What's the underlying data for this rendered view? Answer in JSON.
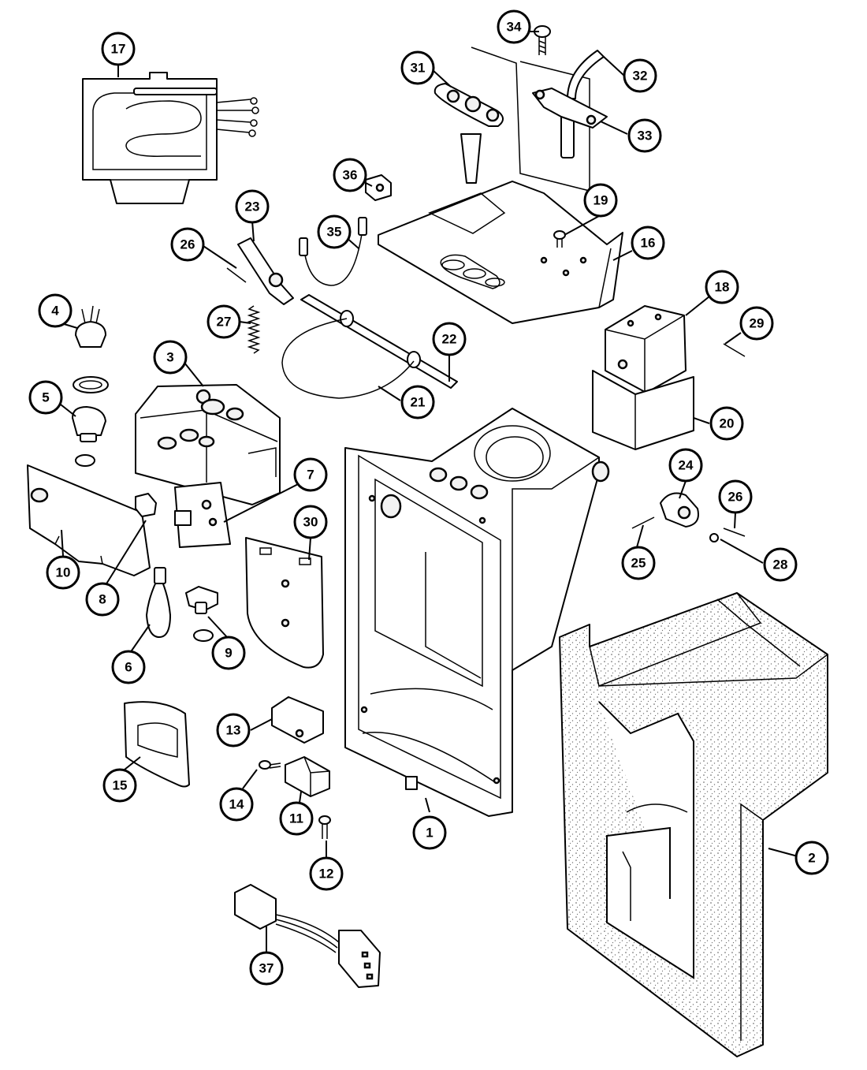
{
  "callouts": [
    {
      "id": "1",
      "label": "1"
    },
    {
      "id": "2",
      "label": "2"
    },
    {
      "id": "3",
      "label": "3"
    },
    {
      "id": "4",
      "label": "4"
    },
    {
      "id": "5",
      "label": "5"
    },
    {
      "id": "6",
      "label": "6"
    },
    {
      "id": "7",
      "label": "7"
    },
    {
      "id": "8",
      "label": "8"
    },
    {
      "id": "9",
      "label": "9"
    },
    {
      "id": "10",
      "label": "10"
    },
    {
      "id": "11",
      "label": "11"
    },
    {
      "id": "12",
      "label": "12"
    },
    {
      "id": "13",
      "label": "13"
    },
    {
      "id": "14",
      "label": "14"
    },
    {
      "id": "15",
      "label": "15"
    },
    {
      "id": "16",
      "label": "16"
    },
    {
      "id": "17",
      "label": "17"
    },
    {
      "id": "18",
      "label": "18"
    },
    {
      "id": "19",
      "label": "19"
    },
    {
      "id": "20",
      "label": "20"
    },
    {
      "id": "21",
      "label": "21"
    },
    {
      "id": "22",
      "label": "22"
    },
    {
      "id": "23",
      "label": "23"
    },
    {
      "id": "24",
      "label": "24"
    },
    {
      "id": "25",
      "label": "25"
    },
    {
      "id": "26a",
      "label": "26"
    },
    {
      "id": "26b",
      "label": "26"
    },
    {
      "id": "27",
      "label": "27"
    },
    {
      "id": "28",
      "label": "28"
    },
    {
      "id": "29",
      "label": "29"
    },
    {
      "id": "30",
      "label": "30"
    },
    {
      "id": "31",
      "label": "31"
    },
    {
      "id": "32",
      "label": "32"
    },
    {
      "id": "33",
      "label": "33"
    },
    {
      "id": "34",
      "label": "34"
    },
    {
      "id": "35",
      "label": "35"
    },
    {
      "id": "36",
      "label": "36"
    },
    {
      "id": "37",
      "label": "37"
    }
  ]
}
